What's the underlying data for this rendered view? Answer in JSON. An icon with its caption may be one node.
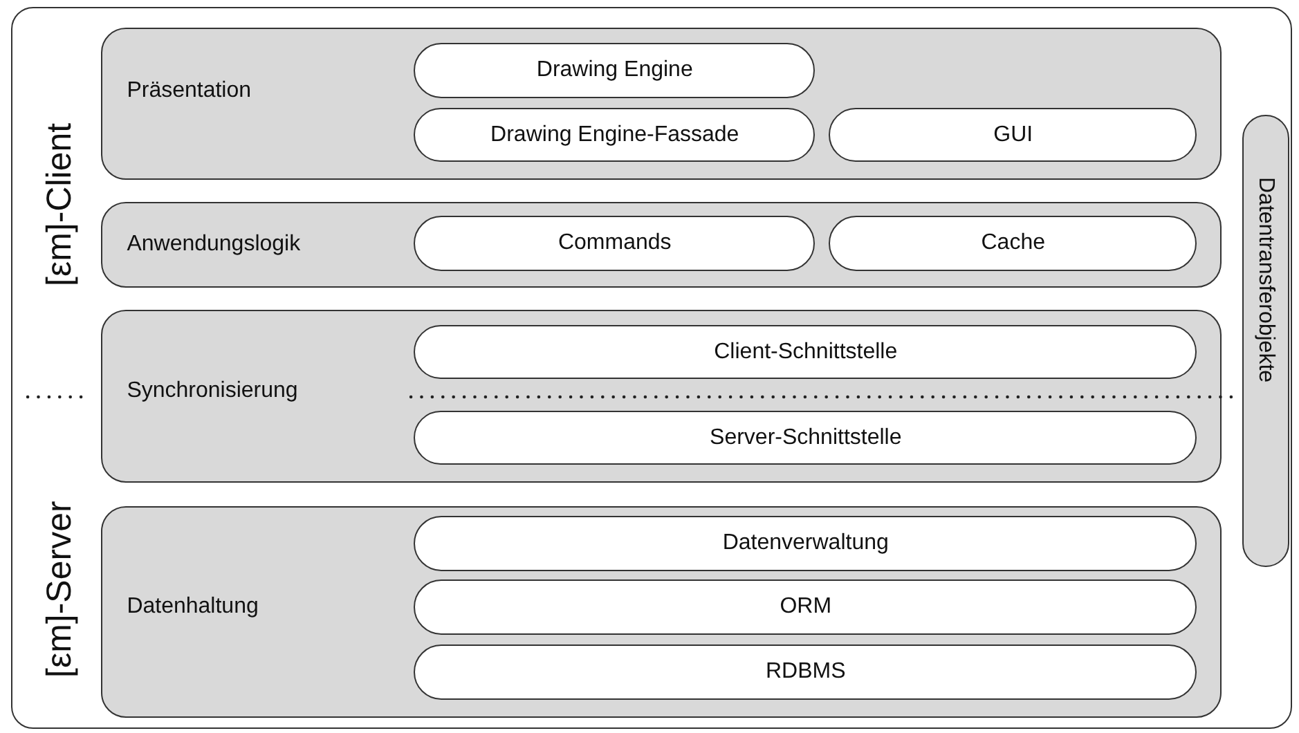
{
  "diagram": {
    "nodes": [
      {
        "text": [
          "[εm]-Client",
          "[εm]-Server"
        ]
      },
      {
        "text": [
          "Präsentation"
        ],
        "in": 0
      },
      {
        "text": [
          "Drawing Engine"
        ],
        "in": 1
      },
      {
        "text": [
          "Drawing Engine-Fassade"
        ],
        "in": 1
      },
      {
        "text": [
          "GUI"
        ],
        "in": 1
      },
      {
        "text": [
          "Anwendungslogik"
        ],
        "in": 0
      },
      {
        "text": [
          "Commands"
        ],
        "in": 5
      },
      {
        "text": [
          "Cache"
        ],
        "in": 5
      },
      {
        "text": [
          "Synchronisierung"
        ],
        "in": 0
      },
      {
        "text": [
          "Client-Schnittstelle"
        ],
        "in": 8
      },
      {
        "text": [
          "Server-Schnittstelle"
        ],
        "in": 8
      },
      {
        "text": [
          "Datenhaltung"
        ],
        "in": 0
      },
      {
        "text": [
          "Datenverwaltung"
        ],
        "in": 11
      },
      {
        "text": [
          "ORM"
        ],
        "in": 11
      },
      {
        "text": [
          "RDBMS"
        ],
        "in": 11
      },
      {
        "text": [
          "Datentransferobjekte"
        ],
        "in": 0
      }
    ]
  }
}
